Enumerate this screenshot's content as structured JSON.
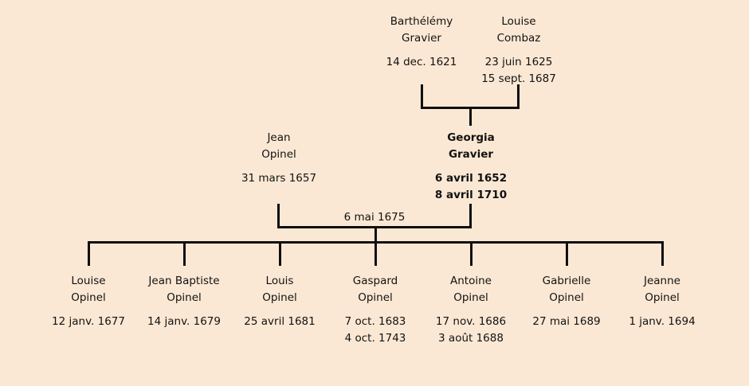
{
  "page": {
    "background_color": "#fbe8d4",
    "line_color": "#0f0f0f",
    "text_color": "#121212"
  },
  "tree": {
    "grandparents": [
      {
        "name_lines": [
          "Barthélémy",
          "Gravier"
        ],
        "dates": [
          "14 dec. 1621"
        ]
      },
      {
        "name_lines": [
          "Louise",
          "Combaz"
        ],
        "dates": [
          "23 juin 1625",
          "15 sept. 1687"
        ]
      }
    ],
    "parents": [
      {
        "name_lines": [
          "Jean",
          "Opinel"
        ],
        "dates": [
          "31 mars 1657"
        ],
        "emphasis": false
      },
      {
        "name_lines": [
          "Georgia",
          "Gravier"
        ],
        "dates": [
          "6 avril 1652",
          "8 avril 1710"
        ],
        "emphasis": true
      }
    ],
    "marriage_date": "6 mai 1675",
    "children": [
      {
        "name_lines": [
          "Louise",
          "Opinel"
        ],
        "dates": [
          "12 janv. 1677"
        ]
      },
      {
        "name_lines": [
          "Jean Baptiste",
          "Opinel"
        ],
        "dates": [
          "14 janv. 1679"
        ]
      },
      {
        "name_lines": [
          "Louis",
          "Opinel"
        ],
        "dates": [
          "25 avril 1681"
        ]
      },
      {
        "name_lines": [
          "Gaspard",
          "Opinel"
        ],
        "dates": [
          "7 oct. 1683",
          "4 oct. 1743"
        ]
      },
      {
        "name_lines": [
          "Antoine",
          "Opinel"
        ],
        "dates": [
          "17 nov. 1686",
          "3 août 1688"
        ]
      },
      {
        "name_lines": [
          "Gabrielle",
          "Opinel"
        ],
        "dates": [
          "27 mai 1689"
        ]
      },
      {
        "name_lines": [
          "Jeanne",
          "Opinel"
        ],
        "dates": [
          "1 janv. 1694"
        ]
      }
    ]
  }
}
